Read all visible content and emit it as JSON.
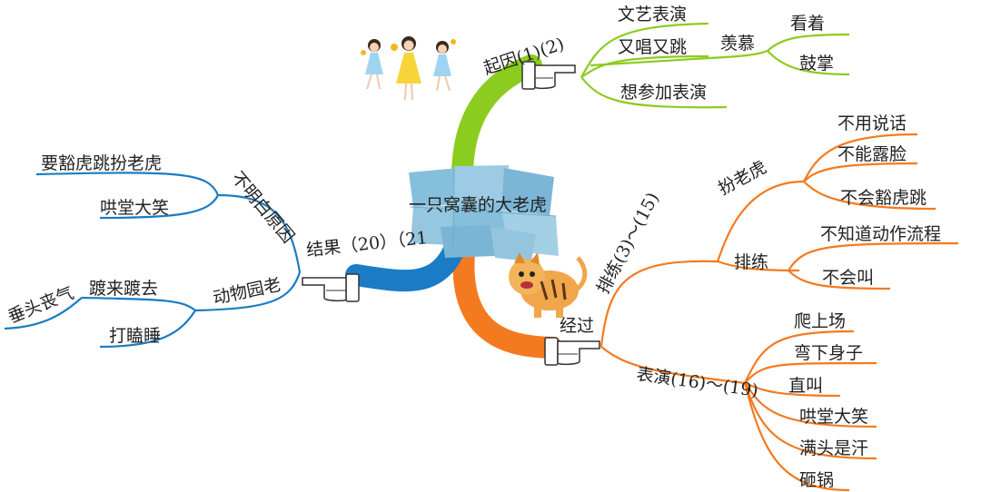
{
  "center": {
    "title": "一只窝囊的大老虎"
  },
  "colors": {
    "green": "#8ccc1e",
    "orange": "#f47a20",
    "blue": "#1a7cc4",
    "cube": "#8fc3dd"
  },
  "cause": {
    "label": "起因(1)(2)",
    "branches": [
      "文艺表演",
      "又唱又跳",
      "羡慕",
      "看着",
      "鼓掌",
      "想参加表演"
    ]
  },
  "process": {
    "label": "经过",
    "rehearsal": {
      "label": "排练(3)～(15)",
      "act_tiger": {
        "label": "扮老虎",
        "items": [
          "不用说话",
          "不能露脸",
          "不会豁虎跳"
        ]
      },
      "practice": {
        "label": "排练",
        "items": [
          "不知道动作流程",
          "不会叫"
        ]
      }
    },
    "performance": {
      "label": "表演(16)～(19)",
      "items": [
        "爬上场",
        "弯下身子",
        "直叫",
        "哄堂大笑",
        "满头是汗",
        "砸锅"
      ]
    }
  },
  "result": {
    "label": "结果（20）（21",
    "unclear": {
      "label": "不明白原因",
      "items": [
        "要豁虎跳扮老虎",
        "哄堂大笑"
      ]
    },
    "zoo": {
      "label": "动物园老",
      "items": [
        "踱来踱去",
        "垂头丧气",
        "打瞌睡"
      ]
    }
  }
}
